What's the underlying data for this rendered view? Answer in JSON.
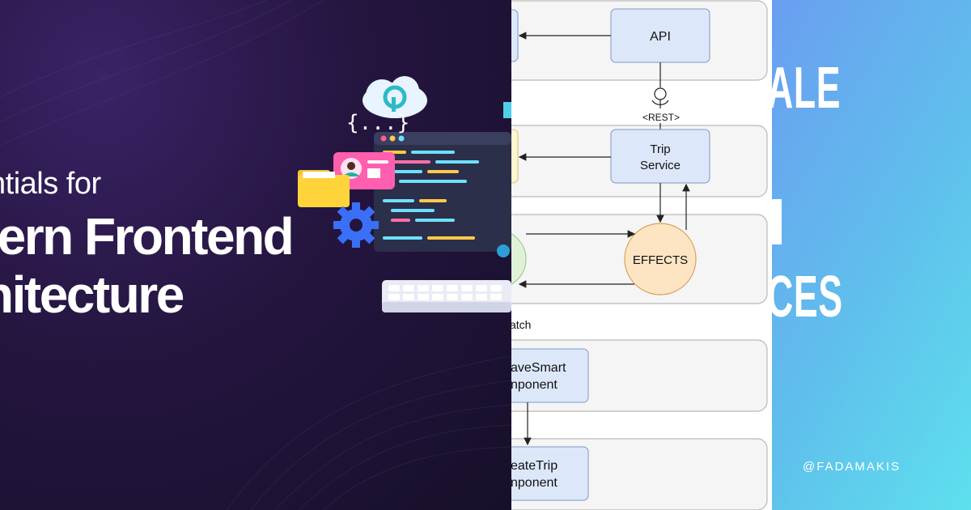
{
  "left_panel": {
    "title_line1": "ntials for",
    "title_line2": "dern Frontend",
    "title_line3": "hitecture",
    "illustration_text": "{...}"
  },
  "diagram": {
    "api_label": "API",
    "rest_label": "<REST>",
    "trip_service_line1": "Trip",
    "trip_service_line2": "Service",
    "effects_label": "EFFECTS",
    "dispatch_label": "atch",
    "save_smart_line1": "aveSmart",
    "save_smart_line2": "nponent",
    "create_trip_line1": "eateTrip",
    "create_trip_line2": "nponent",
    "colors": {
      "box_fill": "#dce8fa",
      "box_stroke": "#7f99c8",
      "lane_fill": "#f5f5f5",
      "effects_fill": "#fde5c3",
      "effects_stroke": "#d9a25a"
    }
  },
  "right_panel": {
    "line1": "ALE",
    "line2": "",
    "line3": "CES",
    "handle": "@FADAMAKIS"
  },
  "colors": {
    "left_bg": "#24153f",
    "right_gradient_start": "#6a9ef0",
    "right_gradient_end": "#5ee0ee"
  }
}
